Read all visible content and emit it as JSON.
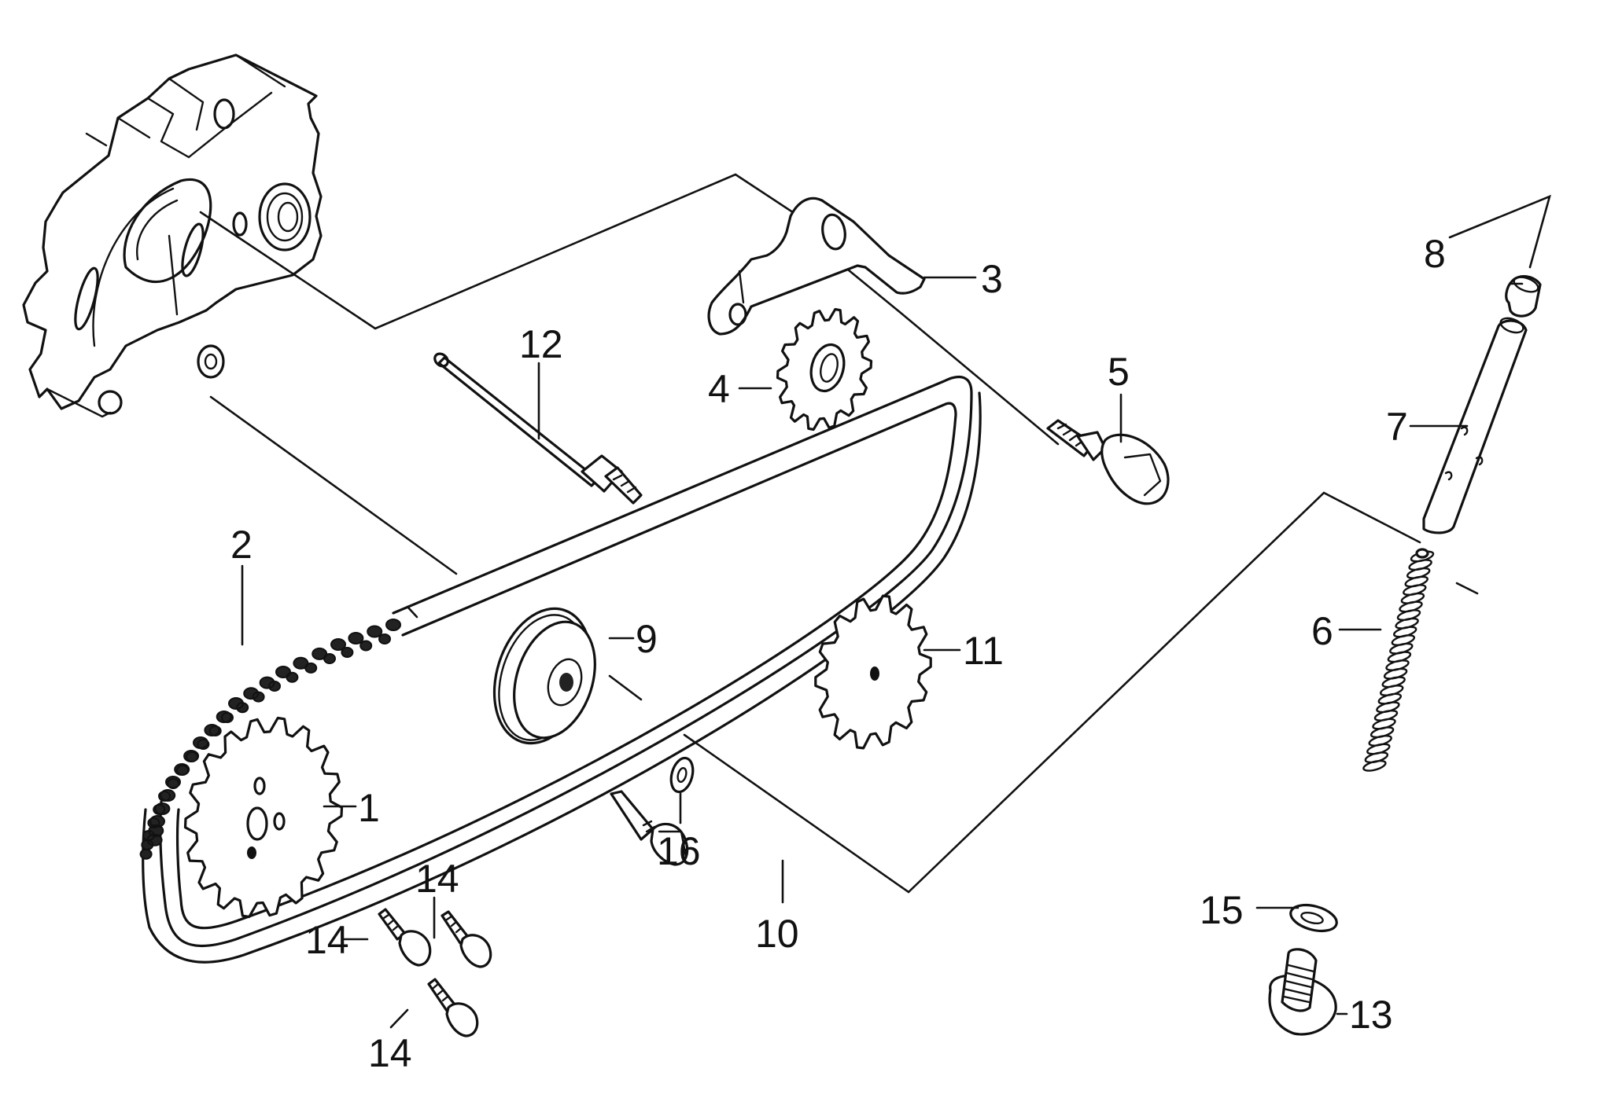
{
  "diagram": {
    "title": "Cam chain / tensioner exploded parts view",
    "callouts": [
      {
        "id": "1",
        "label": "1",
        "part": "cam-sprocket"
      },
      {
        "id": "2",
        "label": "2",
        "part": "cam-chain"
      },
      {
        "id": "3",
        "label": "3",
        "part": "tensioner-bracket"
      },
      {
        "id": "4",
        "label": "4",
        "part": "upper-guide-sprocket"
      },
      {
        "id": "5",
        "label": "5",
        "part": "bracket-bolt"
      },
      {
        "id": "6",
        "label": "6",
        "part": "tensioner-spring"
      },
      {
        "id": "7",
        "label": "7",
        "part": "tensioner-push-rod"
      },
      {
        "id": "8",
        "label": "8",
        "part": "push-rod-cap"
      },
      {
        "id": "9",
        "label": "9",
        "part": "tensioner-roller"
      },
      {
        "id": "10",
        "label": "10",
        "part": "roller-bolt"
      },
      {
        "id": "11",
        "label": "11",
        "part": "lower-guide-sprocket"
      },
      {
        "id": "12",
        "label": "12",
        "part": "sprocket-shaft"
      },
      {
        "id": "13",
        "label": "13",
        "part": "sealing-bolt"
      },
      {
        "id": "14a",
        "label": "14",
        "part": "sprocket-bolt"
      },
      {
        "id": "14b",
        "label": "14",
        "part": "sprocket-bolt"
      },
      {
        "id": "14c",
        "label": "14",
        "part": "sprocket-bolt"
      },
      {
        "id": "15",
        "label": "15",
        "part": "sealing-washer"
      },
      {
        "id": "16",
        "label": "16",
        "part": "roller-washer"
      }
    ]
  }
}
